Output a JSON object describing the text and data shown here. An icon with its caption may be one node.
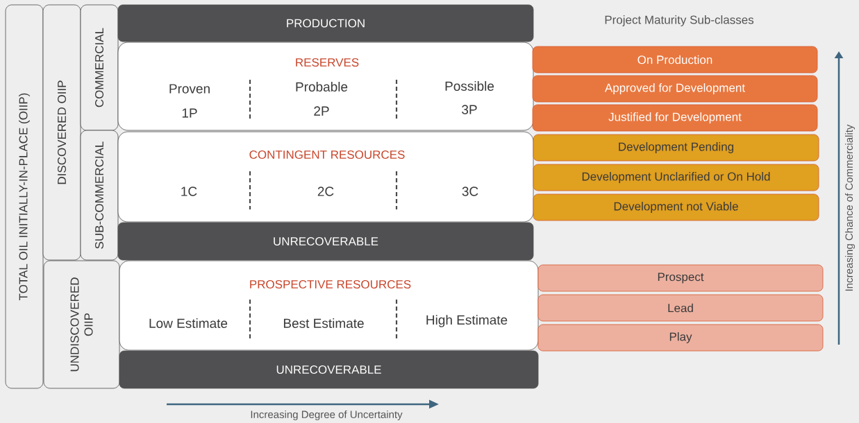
{
  "diagram": {
    "nodes": [
      {
        "text": [
          "TOTAL OIL INITIALLY-IN-PLACE (OIIP)"
        ]
      },
      {
        "text": [
          "DISCOVERED OIIP"
        ]
      },
      {
        "text": [
          "COMMERCIAL"
        ]
      },
      {
        "text": [
          "SUB-COMMERCIAL"
        ]
      },
      {
        "text": [
          "UNDISCOVERED OIIP"
        ]
      },
      {
        "text": [
          "PRODUCTION"
        ]
      },
      {
        "text": [
          "RESERVES",
          "Proven",
          "1P",
          "Probable",
          "2P",
          "Possible",
          "3P"
        ]
      },
      {
        "text": [
          "CONTINGENT RESOURCES",
          "1C",
          "2C",
          "3C"
        ]
      },
      {
        "text": [
          "UNRECOVERABLE"
        ]
      },
      {
        "text": [
          "PROSPECTIVE RESOURCES",
          "Low Estimate",
          "Best Estimate",
          "High Estimate"
        ]
      },
      {
        "text": [
          "UNRECOVERABLE"
        ]
      },
      {
        "text": [
          "On Production"
        ]
      },
      {
        "text": [
          "Approved for Development"
        ]
      },
      {
        "text": [
          "Justified for Development"
        ]
      },
      {
        "text": [
          "Development Pending"
        ]
      },
      {
        "text": [
          "Development Unclarified or On Hold"
        ]
      },
      {
        "text": [
          "Development not Viable"
        ]
      },
      {
        "text": [
          "Prospect"
        ]
      },
      {
        "text": [
          "Lead"
        ]
      },
      {
        "text": [
          "Play"
        ]
      }
    ],
    "labels": [
      "Project Maturity Sub-classes",
      "Increasing Chance of Commerciality",
      "Increasing Degree of Uncertainty"
    ]
  }
}
